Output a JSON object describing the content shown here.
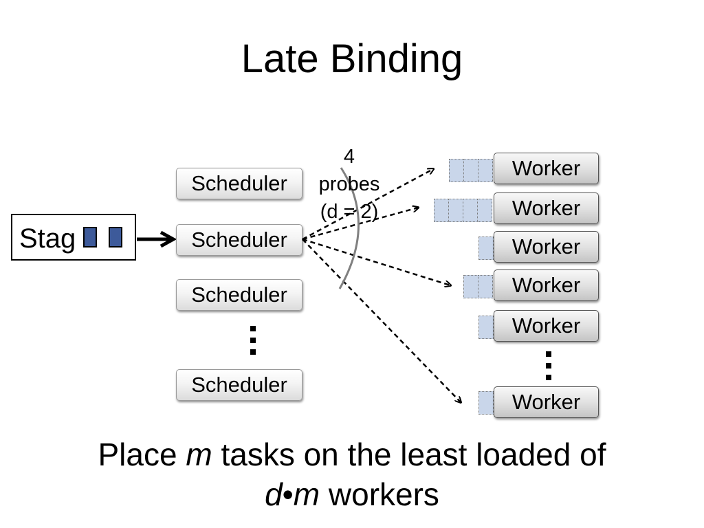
{
  "title": "Late Binding",
  "stage_label": "Stag",
  "scheduler_label": "Scheduler",
  "worker_label": "Worker",
  "probes": {
    "count": "4",
    "word": "probes",
    "param": "(d = 2)"
  },
  "bottom": {
    "line1_pre": "Place ",
    "m": "m",
    "line1_post": " tasks on the least loaded of",
    "d": "d",
    "bullet": "•",
    "line2_post": " workers"
  },
  "colors": {
    "task": "#3d5a9a",
    "queue_slot": "#c9d6ea"
  }
}
